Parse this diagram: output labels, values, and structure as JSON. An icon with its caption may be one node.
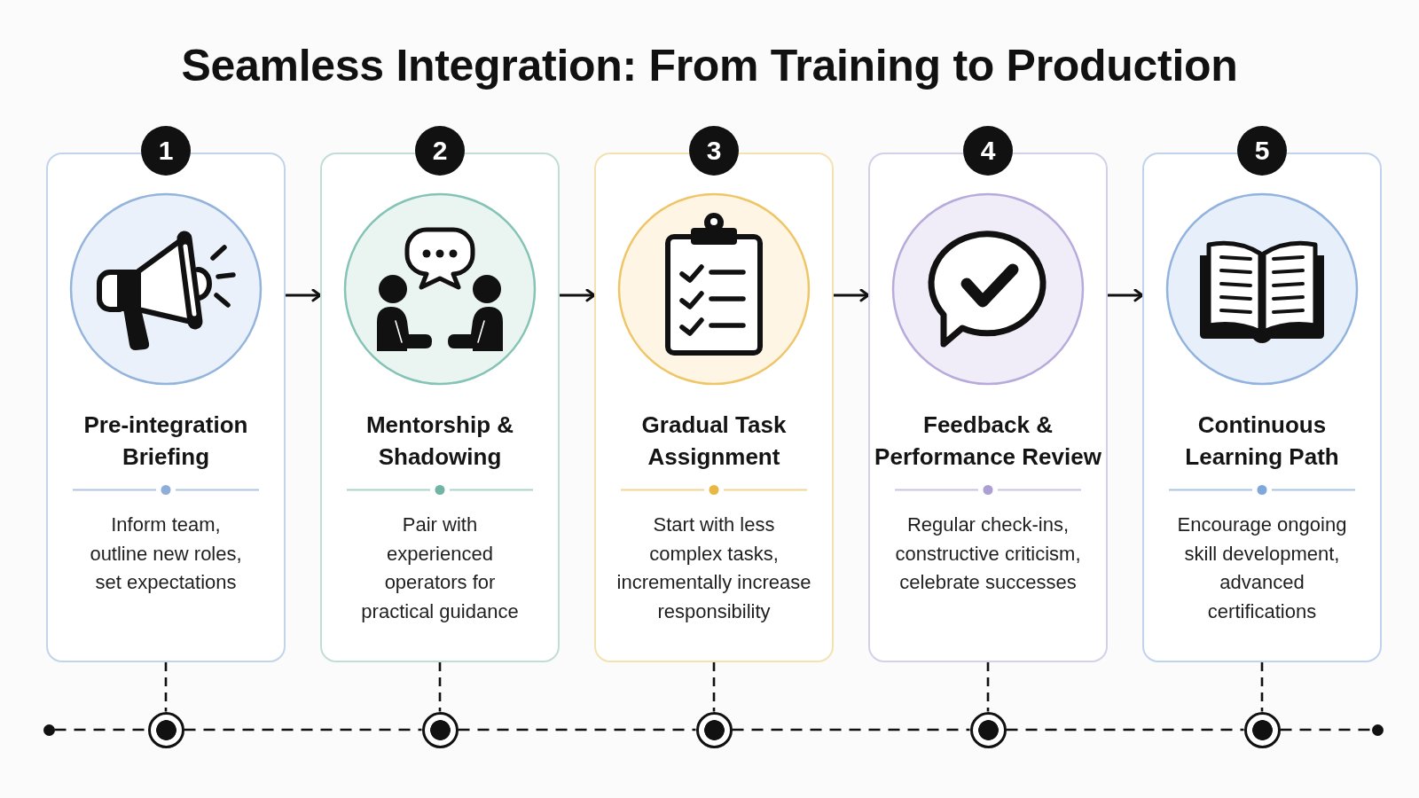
{
  "diagram": {
    "title": "Seamless Integration: From Training to Production",
    "nodes": [
      {
        "text": [
          "1"
        ]
      },
      {
        "text": [
          "Pre-integration Briefing",
          "Inform team, outline new roles, set expectations"
        ]
      },
      {
        "text": [
          "2"
        ]
      },
      {
        "text": [
          "Mentorship & Shadowing",
          "Pair with experienced operators for practical guidance"
        ]
      },
      {
        "text": [
          "3"
        ]
      },
      {
        "text": [
          "Gradual Task Assignment",
          "Start with less complex tasks, incrementally increase responsibility"
        ]
      },
      {
        "text": [
          "4"
        ]
      },
      {
        "text": [
          "Feedback & Performance Review",
          "Regular check-ins, constructive criticism, celebrate successes"
        ]
      },
      {
        "text": [
          "5"
        ]
      },
      {
        "text": [
          "Continuous Learning Path",
          "Encourage ongoing skill development, advanced certifications"
        ]
      },
      {
        "text": [],
        "shape": "circle"
      },
      {
        "text": [],
        "shape": "circle"
      },
      {
        "text": [],
        "shape": "circle"
      },
      {
        "text": [],
        "shape": "circle"
      },
      {
        "text": [],
        "shape": "circle"
      },
      {
        "text": [],
        "shape": "circle"
      },
      {
        "text": [],
        "shape": "circle"
      }
    ],
    "edges": [
      {
        "from": 1,
        "to": 3,
        "arrow": "to"
      },
      {
        "from": 3,
        "to": 5,
        "arrow": "to"
      },
      {
        "from": 5,
        "to": 7,
        "arrow": "to"
      },
      {
        "from": 7,
        "to": 9,
        "arrow": "to"
      },
      {
        "from": 1,
        "to": 11,
        "arrow": "none",
        "style": "dashed"
      },
      {
        "from": 3,
        "to": 12,
        "arrow": "none",
        "style": "dashed"
      },
      {
        "from": 5,
        "to": 13,
        "arrow": "none",
        "style": "dashed"
      },
      {
        "from": 7,
        "to": 14,
        "arrow": "none",
        "style": "dashed"
      },
      {
        "from": 9,
        "to": 15,
        "arrow": "none",
        "style": "dashed"
      },
      {
        "from": 10,
        "to": 11,
        "arrow": "none",
        "style": "dashed"
      },
      {
        "from": 11,
        "to": 12,
        "arrow": "none",
        "style": "dashed"
      },
      {
        "from": 12,
        "to": 13,
        "arrow": "none",
        "style": "dashed"
      },
      {
        "from": 13,
        "to": 14,
        "arrow": "none",
        "style": "dashed"
      },
      {
        "from": 14,
        "to": 15,
        "arrow": "none",
        "style": "dashed"
      },
      {
        "from": 15,
        "to": 16,
        "arrow": "none",
        "style": "dashed"
      }
    ]
  }
}
